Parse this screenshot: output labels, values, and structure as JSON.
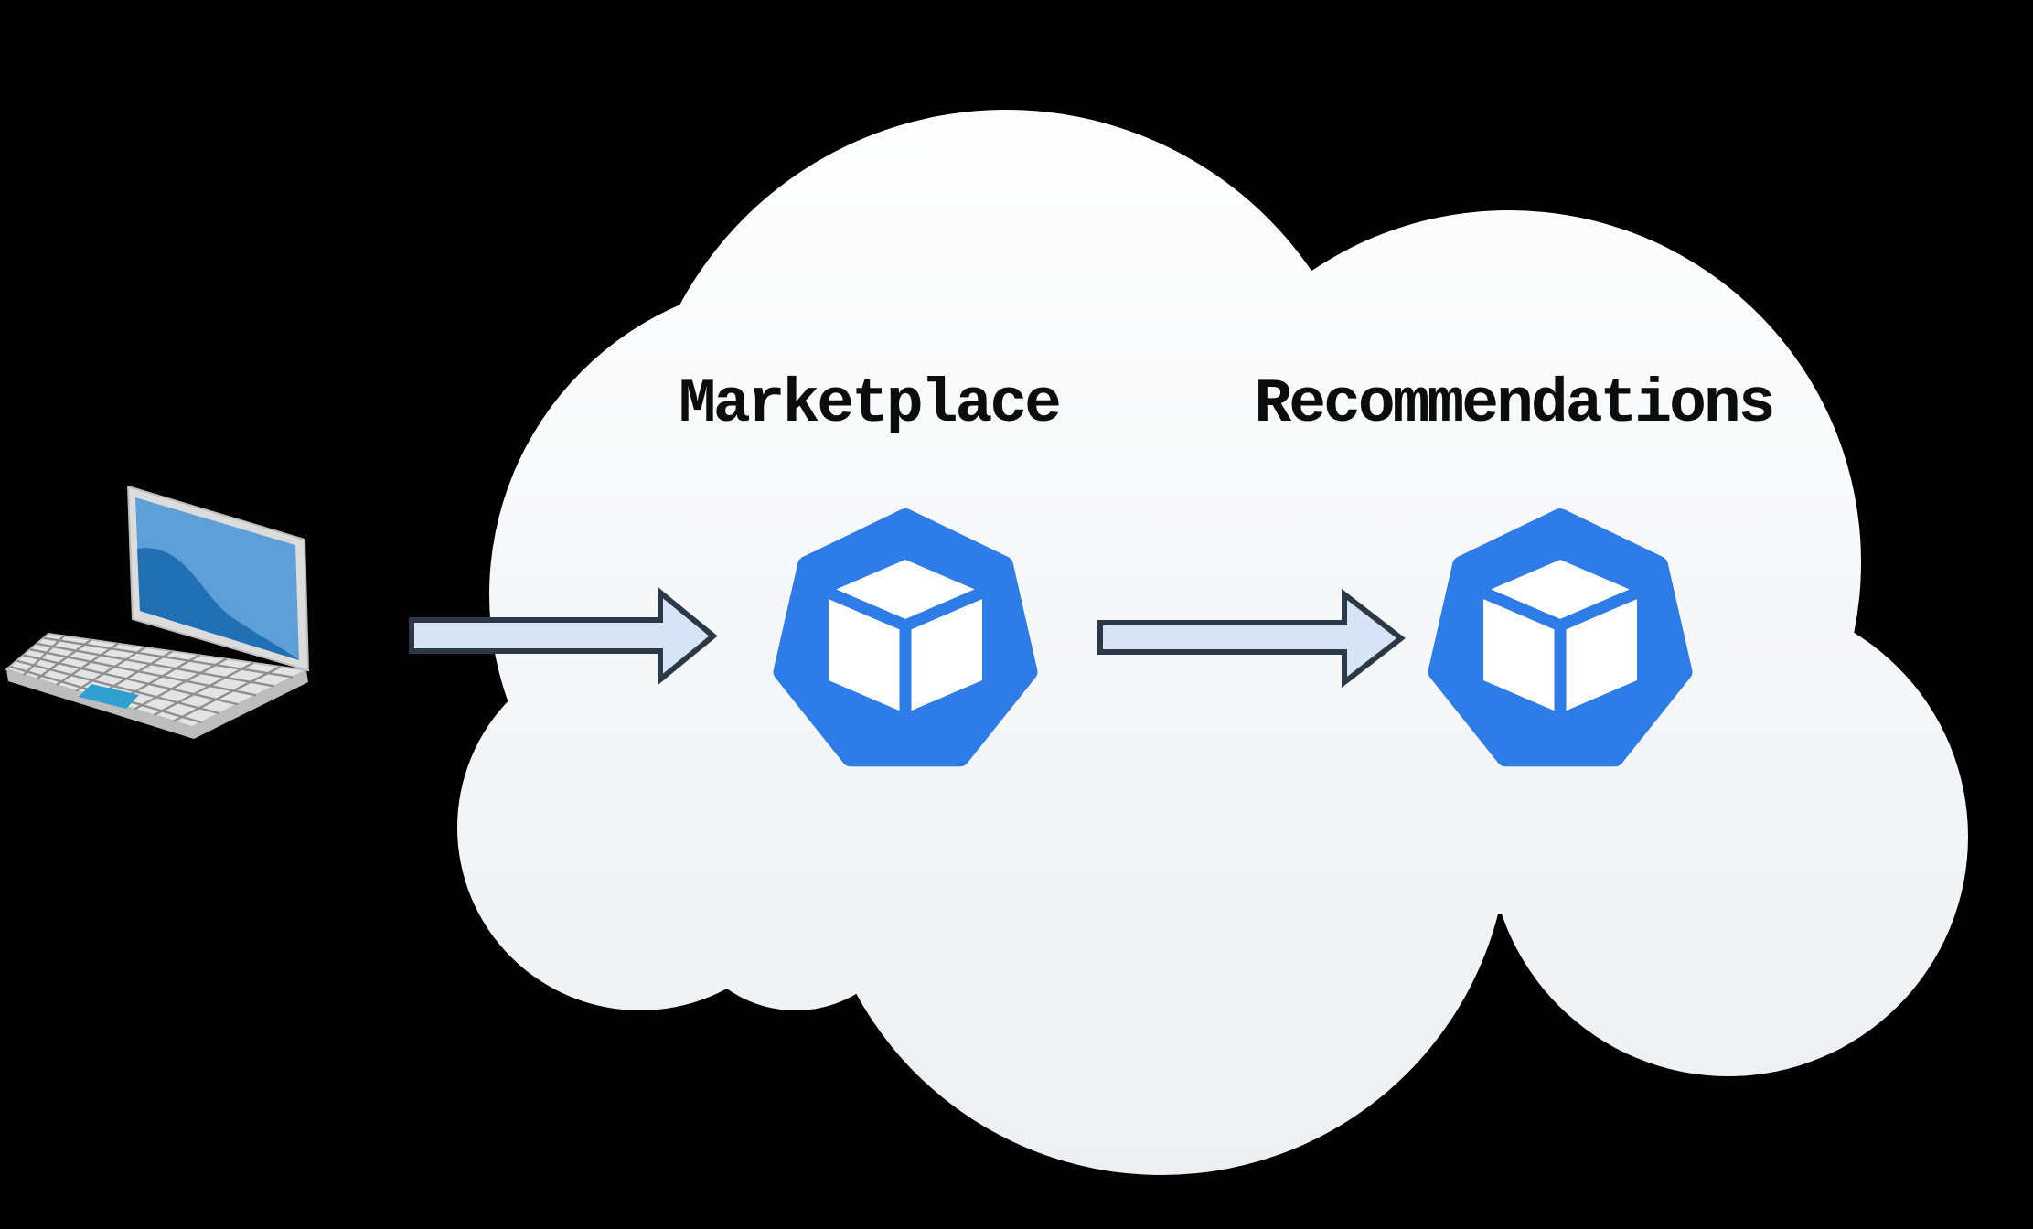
{
  "diagram": {
    "background_color": "#000000",
    "cloud": {
      "shape": "scalloped-cloud",
      "fill_top": "#fefefe",
      "fill_bottom": "#edeff2"
    },
    "labels": {
      "text_color": "#0c0c0c"
    },
    "services": [
      {
        "label": "Marketplace",
        "icon": "package-cube-hexagon-icon"
      },
      {
        "label": "Recommendations",
        "icon": "package-cube-hexagon-icon"
      }
    ],
    "client": {
      "icon": "laptop-icon",
      "colors": {
        "chassis": "#e4e4e4",
        "chassis_edge": "#bdbdbd",
        "bezel": "#dcdcdc",
        "screen": "#5f9fd8",
        "screen_wave": "#2170b4",
        "touchpad": "#2f9fd0",
        "key_lines": "#8f8f8f"
      }
    },
    "arrows": {
      "fill": "#d6e4f6",
      "stroke": "#2b3947"
    },
    "service_icon": {
      "hexagon_fill": "#2d7ce8",
      "cube_fill": "#ffffff"
    }
  }
}
